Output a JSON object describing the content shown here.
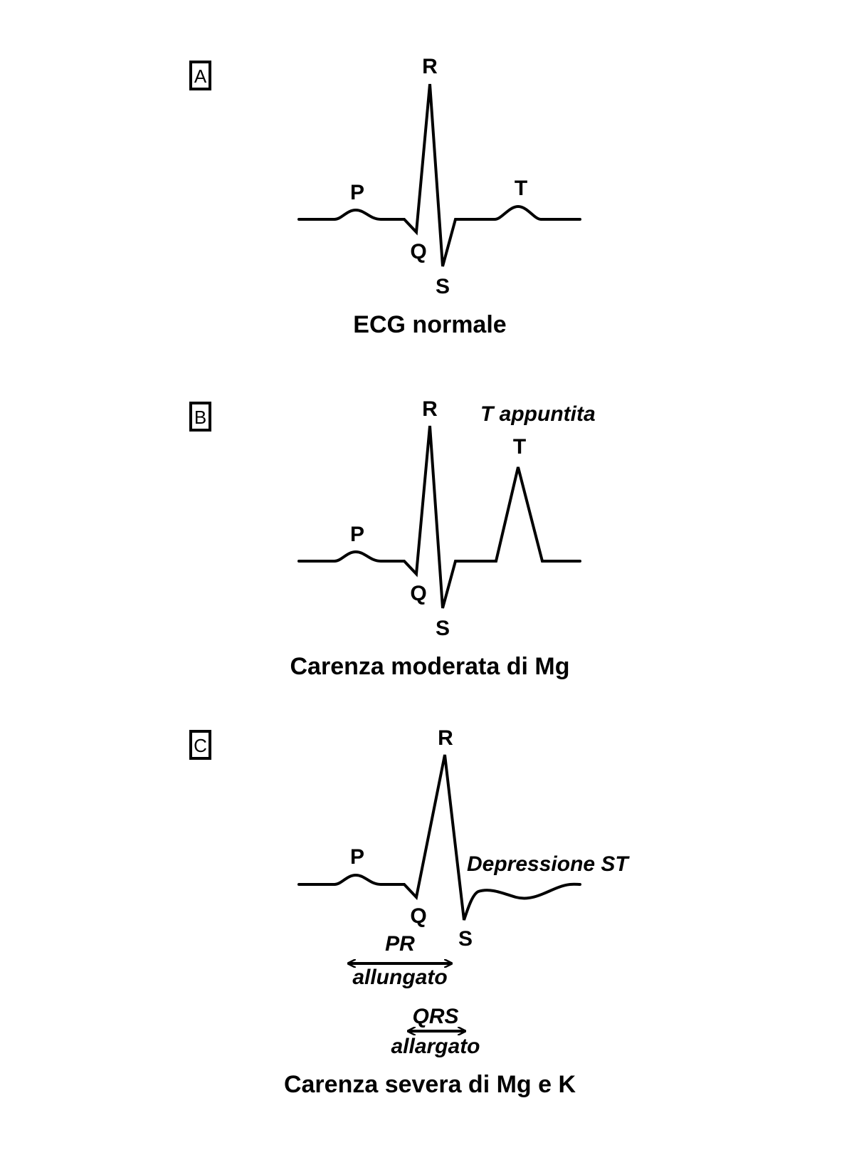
{
  "panels": {
    "a": {
      "tag": "A",
      "labels": {
        "p": "P",
        "q": "Q",
        "r": "R",
        "s": "S",
        "t": "T"
      },
      "caption": "ECG normale"
    },
    "b": {
      "tag": "B",
      "labels": {
        "p": "P",
        "q": "Q",
        "r": "R",
        "s": "S",
        "t": "T"
      },
      "annotation": "T appuntita",
      "caption": "Carenza moderata di Mg"
    },
    "c": {
      "tag": "C",
      "labels": {
        "p": "P",
        "q": "Q",
        "r": "R",
        "s": "S"
      },
      "annotation_st": "Depressione ST",
      "pr_label_1": "PR",
      "pr_label_2": "allungato",
      "qrs_label_1": "QRS",
      "qrs_label_2": "allargato",
      "caption": "Carenza severa di Mg e K"
    }
  }
}
